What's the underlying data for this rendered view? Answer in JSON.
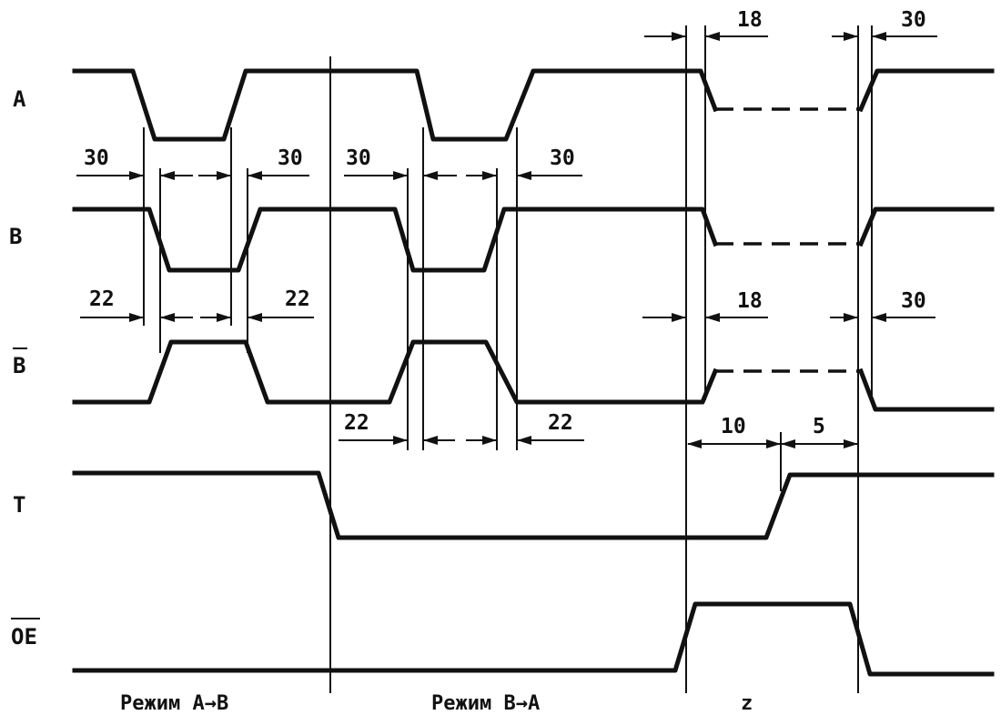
{
  "signals": {
    "a": "A",
    "b": "B",
    "b_inv": "B",
    "t": "T",
    "oe": "OE"
  },
  "timings": {
    "t1": "30",
    "t2": "30",
    "t3": "30",
    "t4": "30",
    "t5": "22",
    "t6": "22",
    "t7": "22",
    "t8": "22",
    "t9": "18",
    "t10": "30",
    "t11": "18",
    "t12": "30",
    "t13": "10",
    "t14": "5"
  },
  "modes": {
    "ab": "Режим А→В",
    "ba": "Режим В→А",
    "z": "z"
  }
}
